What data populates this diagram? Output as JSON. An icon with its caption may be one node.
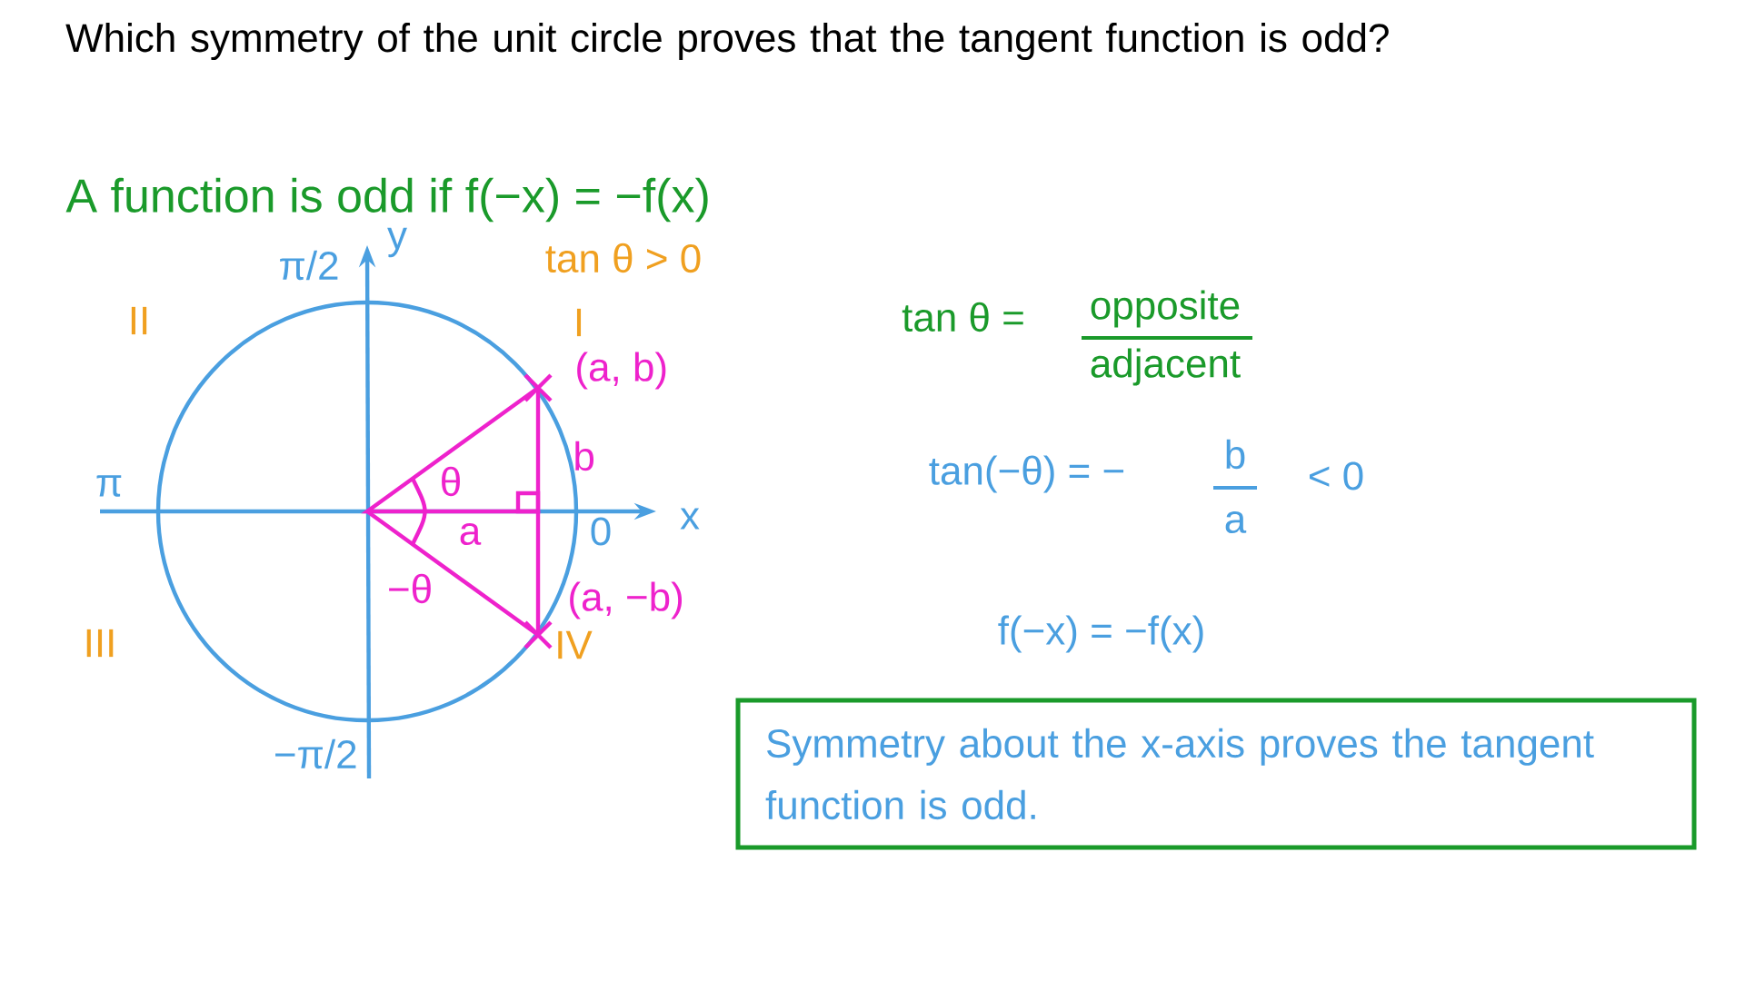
{
  "diagram": {
    "title": "Which symmetry of the unit circle proves that the tangent function is odd?",
    "nodes": [
      {
        "text": [
          "Symmetry about the x-axis proves the tangent function is odd."
        ]
      }
    ],
    "labels": [
      "A function is odd if f(−x) = −f(x)",
      "π/2",
      "y",
      "tan θ > 0",
      "II",
      "I",
      "(a, b)",
      "tan θ =",
      "opposite",
      "adjacent",
      "π",
      "θ",
      "b",
      "a",
      "0",
      "x",
      "tan(−θ) = −",
      "b",
      "< 0",
      "a",
      "−θ",
      "(a, −b)",
      "III",
      "IV",
      "f(−x) = −f(x)",
      "−π/2"
    ]
  }
}
